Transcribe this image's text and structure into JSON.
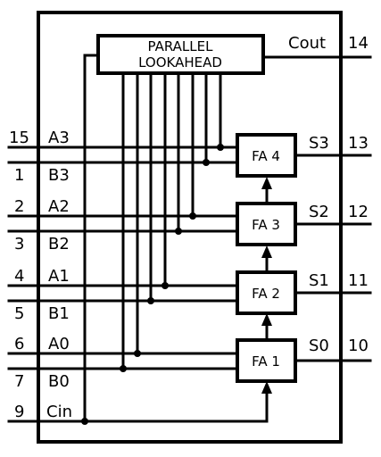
{
  "lookahead": {
    "line1": "PARALLEL",
    "line2": "LOOKAHEAD"
  },
  "adders": [
    {
      "label": "FA 4"
    },
    {
      "label": "FA 3"
    },
    {
      "label": "FA 2"
    },
    {
      "label": "FA 1"
    }
  ],
  "left_pins": [
    {
      "pin": "15",
      "signal": "A3"
    },
    {
      "pin": "1",
      "signal": "B3"
    },
    {
      "pin": "2",
      "signal": "A2"
    },
    {
      "pin": "3",
      "signal": "B2"
    },
    {
      "pin": "4",
      "signal": "A1"
    },
    {
      "pin": "5",
      "signal": "B1"
    },
    {
      "pin": "6",
      "signal": "A0"
    },
    {
      "pin": "7",
      "signal": "B0"
    },
    {
      "pin": "9",
      "signal": "Cin"
    }
  ],
  "right_pins": [
    {
      "pin": "14",
      "signal": "Cout"
    },
    {
      "pin": "13",
      "signal": "S3"
    },
    {
      "pin": "12",
      "signal": "S2"
    },
    {
      "pin": "11",
      "signal": "S1"
    },
    {
      "pin": "10",
      "signal": "S0"
    }
  ]
}
